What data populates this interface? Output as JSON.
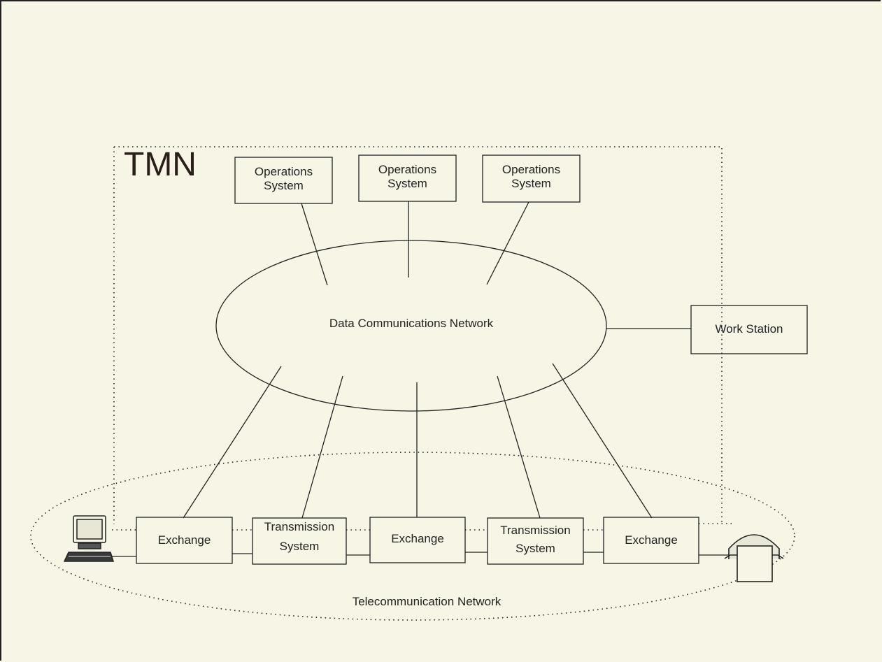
{
  "tmn_label": "TMN",
  "operations_systems": [
    {
      "line1": "Operations",
      "line2": "System"
    },
    {
      "line1": "Operations",
      "line2": "System"
    },
    {
      "line1": "Operations",
      "line2": "System"
    }
  ],
  "dcn_label": "Data Communications Network",
  "workstation_label": "Work Station",
  "network_elements": [
    {
      "line1": "Exchange",
      "line2": ""
    },
    {
      "line1": "Transmission",
      "line2": "System"
    },
    {
      "line1": "Exchange",
      "line2": ""
    },
    {
      "line1": "Transmission",
      "line2": "System"
    },
    {
      "line1": "Exchange",
      "line2": ""
    }
  ],
  "telecom_label": "Telecommunication Network",
  "colors": {
    "background": "#f7f6e6",
    "ink": "#222222"
  },
  "icons": [
    "computer-terminal-icon",
    "telephone-icon"
  ]
}
